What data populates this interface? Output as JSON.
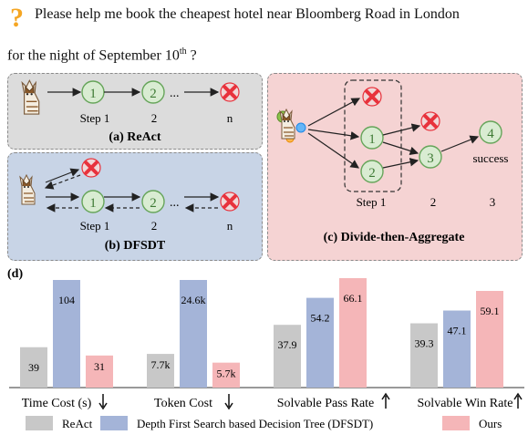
{
  "question": {
    "line1": "Please help me book the cheapest hotel near Bloomberg Road in London",
    "line2_pre": "for the night of September 10",
    "line2_sup": "th",
    "line2_post": " ?"
  },
  "panel_a": {
    "title": "(a) ReAct",
    "nodes": [
      "1",
      "2"
    ],
    "ellipsis": "...",
    "step_labels": [
      "Step 1",
      "2",
      "n"
    ]
  },
  "panel_b": {
    "title": "(b) DFSDT",
    "nodes": [
      "1",
      "2"
    ],
    "ellipsis": "...",
    "step_labels": [
      "Step 1",
      "2",
      "n"
    ]
  },
  "panel_c": {
    "title": "(c) Divide-then-Aggregate",
    "nodes": [
      "1",
      "2",
      "3",
      "4"
    ],
    "success": "success",
    "step_labels": [
      "Step 1",
      "2",
      "3"
    ]
  },
  "chart_label": "(d)",
  "colors": {
    "react": "#c8c8c8",
    "dfsdt": "#a4b4d8",
    "ours": "#f5b6b8",
    "node_fill": "#d9ecd2",
    "node_stroke": "#66a55a",
    "fail_red": "#e8323c"
  },
  "chart_data": {
    "type": "bar",
    "categories": [
      "Time Cost (s)",
      "Token Cost",
      "Solvable Pass Rate",
      "Solvable Win Rate"
    ],
    "series": [
      {
        "name": "ReAct",
        "values": [
          39,
          7.7,
          37.9,
          39.3
        ],
        "labels": [
          "39",
          "7.7k",
          "37.9",
          "39.3"
        ]
      },
      {
        "name": "Depth First Search based Decision Tree (DFSDT)",
        "values": [
          104,
          24.6,
          54.2,
          47.1
        ],
        "labels": [
          "104",
          "24.6k",
          "54.2",
          "47.1"
        ]
      },
      {
        "name": "Ours",
        "values": [
          31,
          5.7,
          66.1,
          59.1
        ],
        "labels": [
          "31",
          "5.7k",
          "66.1",
          "59.1"
        ]
      }
    ],
    "direction_arrows": [
      "down",
      "down",
      "up",
      "up"
    ],
    "legend": [
      "ReAct",
      "Depth First Search based Decision Tree (DFSDT)",
      "Ours"
    ]
  }
}
